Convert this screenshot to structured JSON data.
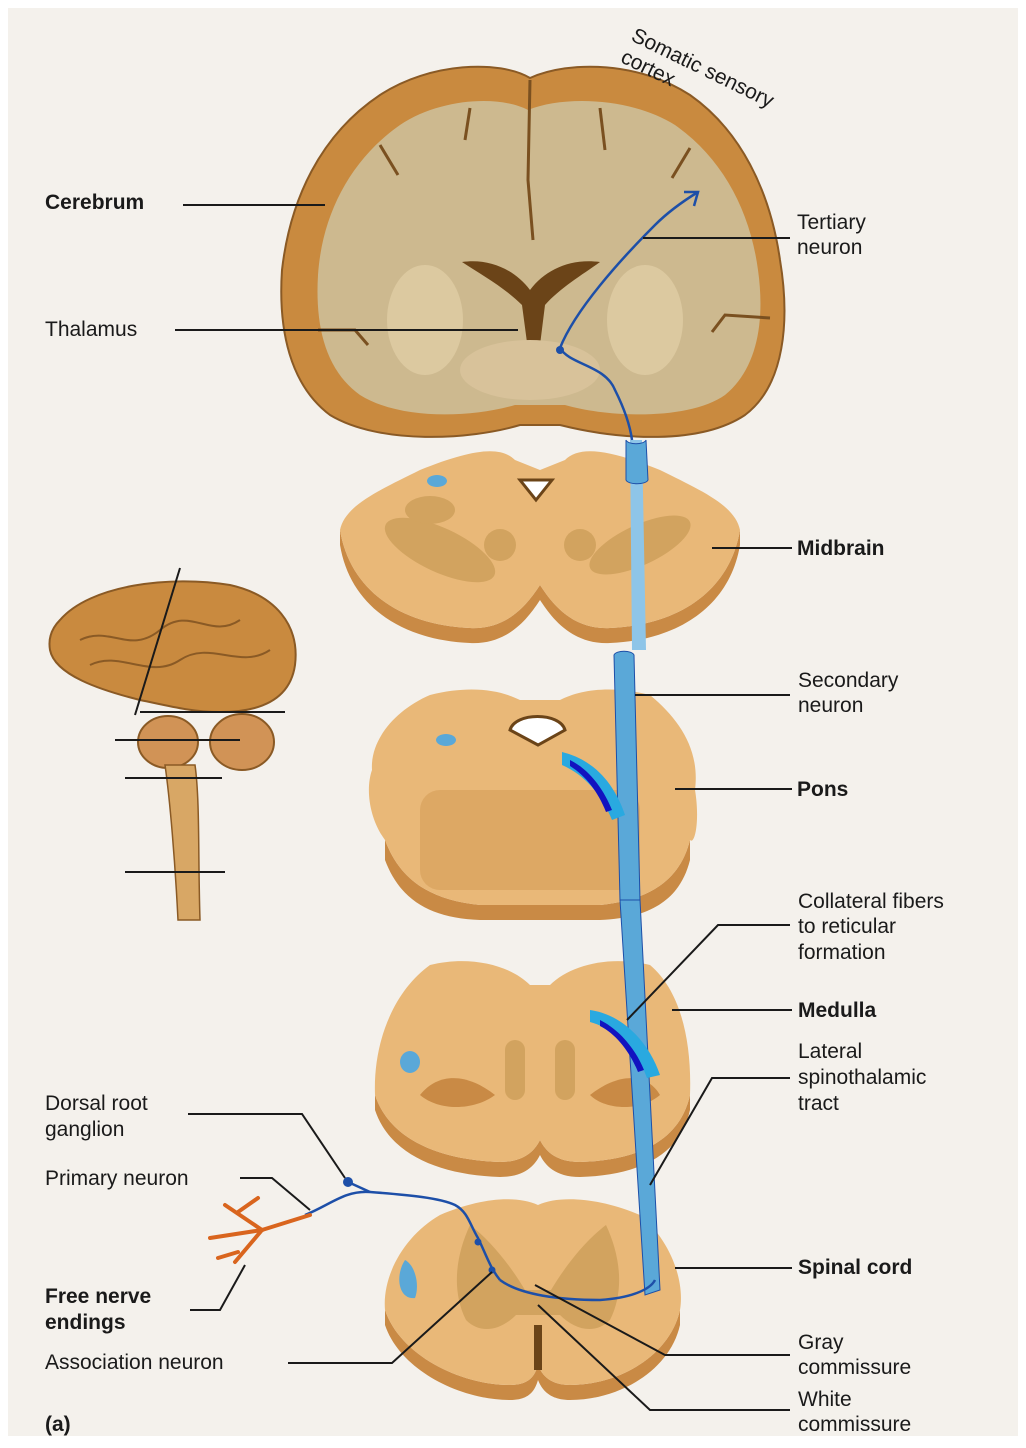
{
  "labels": {
    "somatic_sensory_cortex_line1": "Somatic sensory",
    "somatic_sensory_cortex_line2": "cortex",
    "cerebrum": "Cerebrum",
    "thalamus": "Thalamus",
    "tertiary_neuron_line1": "Tertiary",
    "tertiary_neuron_line2": "neuron",
    "midbrain": "Midbrain",
    "secondary_neuron_line1": "Secondary",
    "secondary_neuron_line2": "neuron",
    "pons": "Pons",
    "collateral_line1": "Collateral fibers",
    "collateral_line2": "to reticular",
    "collateral_line3": "formation",
    "medulla": "Medulla",
    "lateral_line1": "Lateral",
    "lateral_line2": "spinothalamic",
    "lateral_line3": "tract",
    "dorsal_root_line1": "Dorsal root",
    "dorsal_root_line2": "ganglion",
    "primary_neuron": "Primary neuron",
    "free_nerve_line1": "Free nerve",
    "free_nerve_line2": "endings",
    "spinal_cord": "Spinal cord",
    "association_neuron": "Association neuron",
    "gray_commissure_line1": "Gray",
    "gray_commissure_line2": "commissure",
    "white_commissure_line1": "White",
    "white_commissure_line2": "commissure",
    "panel": "(a)"
  },
  "colors": {
    "paper": "#f4f1ec",
    "tissue": "#e9b878",
    "tissue_dark": "#c98a45",
    "gray_matter": "#d2a35f",
    "cerebrum_outer": "#c98a3f",
    "cerebrum_inner": "#cdb98f",
    "tract": "#5aa8d8",
    "neuron": "#1d4fa8",
    "collateral_light": "#29a9e0",
    "collateral_dark": "#1212c0",
    "leader": "#1a1a1a",
    "text": "#1a1a1a",
    "nerve_ending": "#d9651e"
  }
}
